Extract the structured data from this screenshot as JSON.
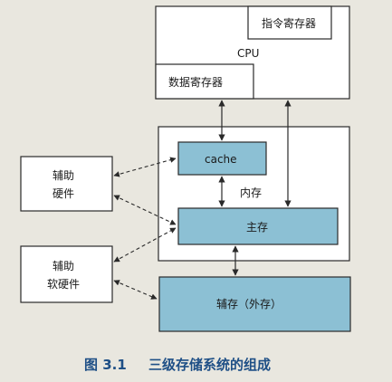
{
  "diagram": {
    "cpu_label": "CPU",
    "instruction_register": "指令寄存器",
    "data_register": "数据寄存器",
    "cache": "cache",
    "memory_group_label": "内存",
    "main_memory": "主存",
    "aux_hardware_line1": "辅助",
    "aux_hardware_line2": "硬件",
    "aux_software_line1": "辅助",
    "aux_software_line2": "软硬件",
    "secondary_storage": "辅存（外存）"
  },
  "caption": {
    "figure_number": "图 3.1",
    "title": "三级存储系统的组成"
  },
  "colors": {
    "box_fill": "#8cc0d4",
    "line": "#2a2a2a",
    "caption": "#1e4f86"
  }
}
